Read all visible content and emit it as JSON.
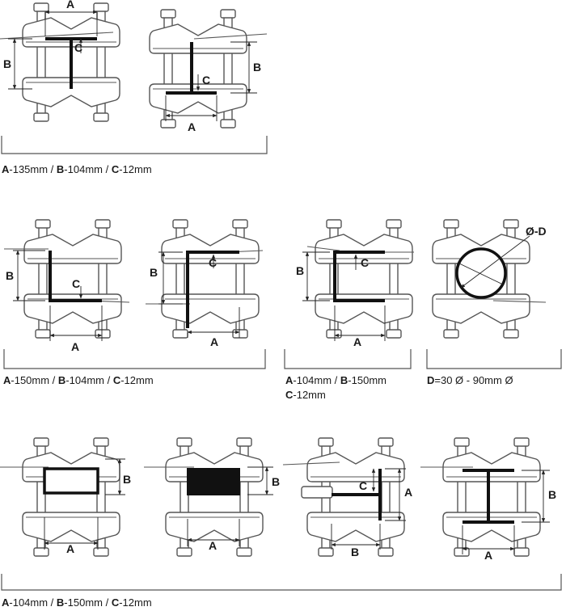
{
  "labels": {
    "a": "A",
    "b": "B",
    "c": "C",
    "d": "Ø-D"
  },
  "captions": {
    "row1": {
      "a": "A",
      "a_val": "-135mm / ",
      "b": "B",
      "b_val": "-104mm / ",
      "c": "C",
      "c_val": "-12mm"
    },
    "row2_left": {
      "a": "A",
      "a_val": "-150mm / ",
      "b": "B",
      "b_val": "-104mm / ",
      "c": "C",
      "c_val": "-12mm"
    },
    "row2_mid": {
      "a": "A",
      "a_val": "-104mm / ",
      "b": "B",
      "b_val": "-150mm",
      "c": "C",
      "c_val": "-12mm"
    },
    "row2_right": {
      "d": "D",
      "d_val": "=30 Ø - 90mm Ø"
    },
    "row3": {
      "a": "A",
      "a_val": "-104mm / ",
      "b": "B",
      "b_val": "-150mm / ",
      "c": "C",
      "c_val": "-12mm"
    }
  },
  "colors": {
    "stroke": "#555555",
    "profile": "#111111",
    "text": "#1a1a1a"
  }
}
